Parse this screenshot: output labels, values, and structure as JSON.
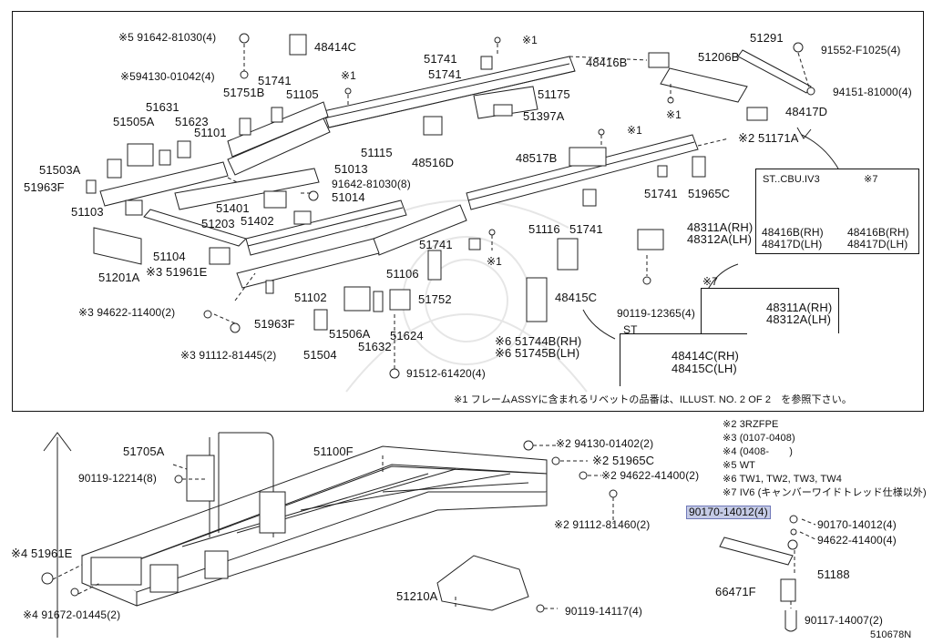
{
  "top_labels": [
    {
      "id": "l1",
      "text": "※5 91642-81030(4)"
    },
    {
      "id": "l2",
      "text": "48414C"
    },
    {
      "id": "l3",
      "text": "※594130-01042(4)"
    },
    {
      "id": "l4",
      "text": "51741"
    },
    {
      "id": "l5",
      "text": "※1"
    },
    {
      "id": "l6",
      "text": "51751B"
    },
    {
      "id": "l7",
      "text": "51105"
    },
    {
      "id": "l8",
      "text": "51631"
    },
    {
      "id": "l9",
      "text": "51505A"
    },
    {
      "id": "l10",
      "text": "51623"
    },
    {
      "id": "l11",
      "text": "51101"
    },
    {
      "id": "l12",
      "text": "51741"
    },
    {
      "id": "l13",
      "text": "51741"
    },
    {
      "id": "l14",
      "text": "※1"
    },
    {
      "id": "l15",
      "text": "48416B"
    },
    {
      "id": "l16",
      "text": "51206B"
    },
    {
      "id": "l17",
      "text": "51291"
    },
    {
      "id": "l18",
      "text": "91552-F1025(4)"
    },
    {
      "id": "l19",
      "text": "51175"
    },
    {
      "id": "l20",
      "text": "94151-81000(4)"
    },
    {
      "id": "l21",
      "text": "51397A"
    },
    {
      "id": "l22",
      "text": "※1"
    },
    {
      "id": "l23",
      "text": "48417D"
    },
    {
      "id": "l24",
      "text": "51115"
    },
    {
      "id": "l25",
      "text": "48516D"
    },
    {
      "id": "l26",
      "text": "※1"
    },
    {
      "id": "l27",
      "text": "※2 51171A"
    },
    {
      "id": "l28",
      "text": "51503A"
    },
    {
      "id": "l29",
      "text": "51963F"
    },
    {
      "id": "l30",
      "text": "51013"
    },
    {
      "id": "l31",
      "text": "48517B"
    },
    {
      "id": "l32",
      "text": "91642-81030(8)"
    },
    {
      "id": "l33",
      "text": "51014"
    },
    {
      "id": "l34",
      "text": "51741"
    },
    {
      "id": "l35",
      "text": "51965C"
    },
    {
      "id": "l36",
      "text": "51103"
    },
    {
      "id": "l37",
      "text": "51401"
    },
    {
      "id": "l38",
      "text": "51402"
    },
    {
      "id": "l39",
      "text": "51203"
    },
    {
      "id": "l40",
      "text": "51116"
    },
    {
      "id": "l41",
      "text": "51741"
    },
    {
      "id": "l42",
      "text": "48311A(RH)"
    },
    {
      "id": "l43",
      "text": "48312A(LH)"
    },
    {
      "id": "l44",
      "text": "51741"
    },
    {
      "id": "l45",
      "text": "51104"
    },
    {
      "id": "l46",
      "text": "※1"
    },
    {
      "id": "l47",
      "text": "51201A"
    },
    {
      "id": "l48",
      "text": "※3 51961E"
    },
    {
      "id": "l49",
      "text": "51106"
    },
    {
      "id": "l50",
      "text": "51102"
    },
    {
      "id": "l51",
      "text": "51752"
    },
    {
      "id": "l52",
      "text": "48415C"
    },
    {
      "id": "l53",
      "text": "※7"
    },
    {
      "id": "l54",
      "text": "※3 94622-11400(2)"
    },
    {
      "id": "l55",
      "text": "51963F"
    },
    {
      "id": "l56",
      "text": "51506A"
    },
    {
      "id": "l57",
      "text": "51632"
    },
    {
      "id": "l58",
      "text": "51624"
    },
    {
      "id": "l59",
      "text": "90119-12365(4)"
    },
    {
      "id": "l60",
      "text": "48311A(RH)"
    },
    {
      "id": "l61",
      "text": "48312A(LH)"
    },
    {
      "id": "l62",
      "text": "※6 51744B(RH)"
    },
    {
      "id": "l63",
      "text": "※6 51745B(LH)"
    },
    {
      "id": "l64",
      "text": "ST"
    },
    {
      "id": "l65",
      "text": "※3 91112-81445(2)"
    },
    {
      "id": "l66",
      "text": "51504"
    },
    {
      "id": "l67",
      "text": "48414C(RH)"
    },
    {
      "id": "l68",
      "text": "48415C(LH)"
    },
    {
      "id": "l69",
      "text": "91512-61420(4)"
    }
  ],
  "inset": {
    "col1_header": "ST..CBU.IV3",
    "col2_header": "※7",
    "col1_lines": [
      "48416B(RH)",
      "48417D(LH)"
    ],
    "col2_lines": [
      "48416B(RH)",
      "48417D(LH)"
    ]
  },
  "footnote": "※1 フレームASSYに含まれるリベットの品番は、ILLUST. NO. 2 OF 2　を参照下さい。",
  "legend": [
    "※2 3RZFPE",
    "※3 (0107-0408)",
    "※4 (0408-　　)",
    "※5 WT",
    "※6 TW1, TW2, TW3, TW4",
    "※7 IV6 (キャンバーワイドトレッド仕様以外)"
  ],
  "bottom_labels": [
    {
      "id": "b1",
      "text": "51705A"
    },
    {
      "id": "b2",
      "text": "51100F"
    },
    {
      "id": "b3",
      "text": "※2 94130-01402(2)"
    },
    {
      "id": "b4",
      "text": "※2 51965C"
    },
    {
      "id": "b5",
      "text": "※2 94622-41400(2)"
    },
    {
      "id": "b6",
      "text": "90119-12214(8)"
    },
    {
      "id": "b7",
      "text": "※2 91112-81460(2)"
    },
    {
      "id": "b8",
      "text": "※4 51961E"
    },
    {
      "id": "b9",
      "text": "90170-14012(4)"
    },
    {
      "id": "b10",
      "text": "94622-41400(4)"
    },
    {
      "id": "b11",
      "text": "51188"
    },
    {
      "id": "b12",
      "text": "66471F"
    },
    {
      "id": "b13",
      "text": "51210A"
    },
    {
      "id": "b14",
      "text": "90119-14117(4)"
    },
    {
      "id": "b15",
      "text": "※4 91672-01445(2)"
    },
    {
      "id": "b16",
      "text": "90117-14007(2)"
    }
  ],
  "selected_part": "90170-14012(4)",
  "illustration_number": "510678N"
}
